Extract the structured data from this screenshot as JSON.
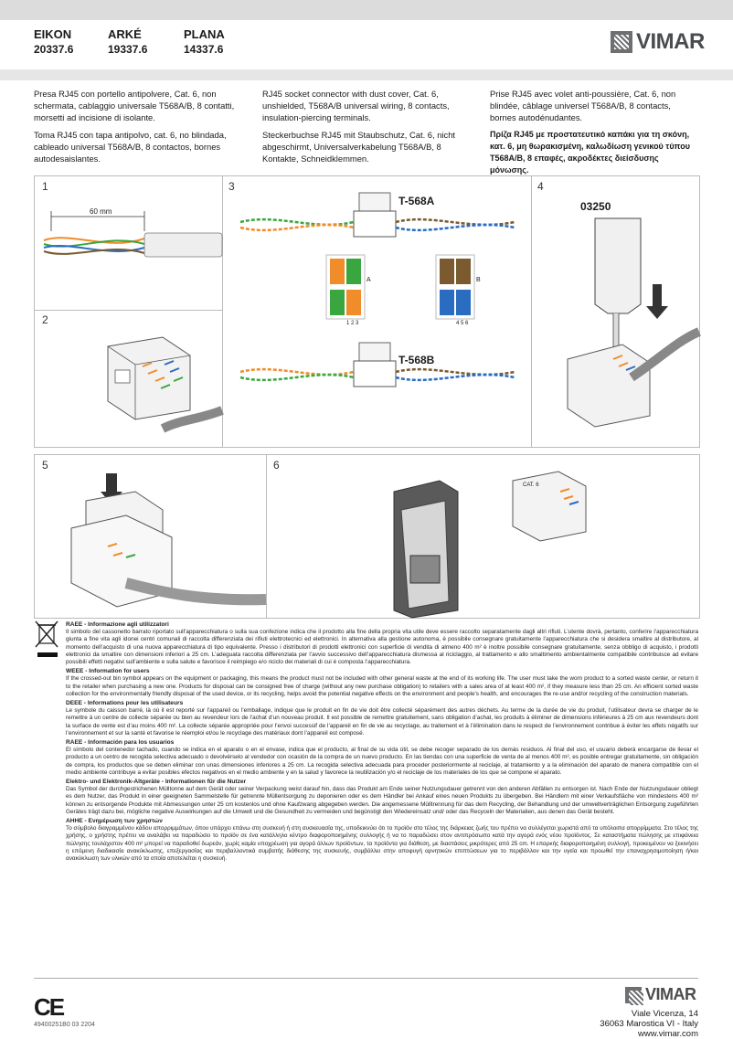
{
  "header": {
    "series": [
      {
        "name": "EIKON",
        "code": "20337.6"
      },
      {
        "name": "ARKÉ",
        "code": "19337.6"
      },
      {
        "name": "PLANA",
        "code": "14337.6"
      }
    ],
    "brand": "VIMAR"
  },
  "descriptions": {
    "col1": [
      "Presa RJ45 con portello antipolvere, Cat. 6, non schermata, cablaggio universale T568A/B, 8 contatti, morsetti ad incisione di isolante.",
      "Toma RJ45 con tapa antipolvo, cat. 6, no blindada, cableado universal T568A/B, 8 contactos, bornes autodesaislantes."
    ],
    "col2": [
      "RJ45 socket  connector with dust cover, Cat. 6, unshielded, T568A/B universal wiring, 8 contacts, insulation-piercing terminals.",
      "Steckerbuchse RJ45 mit Staubschutz, Cat. 6, nicht abgeschirmt, Universalverkabelung T568A/B, 8 Kontakte, Schneidklemmen."
    ],
    "col3": [
      "Prise RJ45 avec volet anti-poussière, Cat. 6, non blindée, câblage universel T568A/B, 8 contacts, bornes autodénudantes.",
      "Πρίζα RJ45 με προστατευτικό καπάκι για τη σκόνη, κατ. 6, μη θωρακισμένη, καλωδίωση γενικού τύπου T568A/B, 8 επαφές, ακροδέκτες διείσδυσης μόνωσης."
    ]
  },
  "figures": {
    "step1": "1",
    "step2": "2",
    "step3": "3",
    "step4": "4",
    "step5": "5",
    "step6": "6",
    "measure": "60 mm",
    "std_a": "T-568A",
    "std_b": "T-568B",
    "tool_code": "03250",
    "label_a": "A",
    "label_b": "B",
    "pins_a": "1 2 3",
    "pins_b": "4 5 6",
    "cat": "CAT. 6",
    "colors": {
      "orange": "#f08c2a",
      "green": "#3aa640",
      "brown": "#7a5a2e",
      "blue": "#2a6cc0",
      "gray": "#555555"
    }
  },
  "legal": [
    {
      "title": "RAEE - Informazione agli utilizzatori",
      "text": "Il simbolo del cassonetto barrato riportato sull’apparecchiatura o sulla sua confezione indica che il prodotto alla fine della propria vita utile deve essere raccolto separatamente dagli altri rifiuti. L’utente dovrà, pertanto, conferire l’apparecchiatura giunta a fine vita agli idonei centri comunali di raccolta differenziata dei rifiuti elettrotecnici ed elettronici. In alternativa alla gestione autonoma, è possibile consegnare gratuitamente l’apparecchiatura che si desidera smaltire al distributore, al momento dell’acquisto di una nuova apparecchiatura di tipo equivalente. Presso i distributori di prodotti elettronici con superficie di vendita di almeno 400 m² è inoltre possibile consegnare gratuitamente, senza obbligo di acquisto, i prodotti elettronici da smaltire con dimensioni inferiori a 25 cm. L’adeguata raccolta differenziata per l’avvio successivo dell’apparecchiatura dismessa al riciclaggio, al trattamento e allo smaltimento ambientalmente compatibile contribuisce ad evitare possibili effetti negativi sull’ambiente e sulla salute e favorisce il reimpiego e/o riciclo dei materiali di cui è composta l’apparecchiatura."
    },
    {
      "title": "WEEE - Information for users",
      "text": "If the crossed-out bin symbol appears on the equipment or packaging, this means the product must not be included with other general waste at the end of its working life. The user must take the worn product to a sorted waste center, or return it to the retailer when purchasing a new one. Products for disposal can be consigned free of charge (without any new purchase obligation) to retailers with a sales area of at least 400 m², if they measure less than 25 cm. An efficient sorted waste collection for the environmentally friendly disposal of the used device, or its recycling, helps avoid the potential negative effects on the environment and people’s health, and encourages the re-use and/or recycling of the construction materials."
    },
    {
      "title": "DEEE - Informations pour les utilisateurs",
      "text": "Le symbole du caisson barré, là où il est reporté sur l’appareil ou l’emballage, indique que le produit en fin de vie doit être collecté séparément des autres déchets. Au terme de la durée de vie du produit, l’utilisateur devra se charger de le remettre à un centre de collecte séparée ou bien au revendeur lors de l’achat d’un nouveau produit. Il est possible de remettre gratuitement, sans obligation d’achat, les produits à éliminer de dimensions inférieures à 25 cm aux revendeurs dont la surface de vente est d’au moins 400 m². La collecte séparée appropriée pour l’envoi successif de l’appareil en fin de vie au recyclage, au traitement et à l’élimination dans le respect de l’environnement contribue à éviter les effets négatifs sur l’environnement et sur la santé et favorise le réemploi et/ou le recyclage des matériaux dont l’appareil est composé."
    },
    {
      "title": "RAEE - Información para los usuarios",
      "text": "El símbolo del contenedor tachado, cuando se indica en el aparato o en el envase, indica que el producto, al final de su vida útil, se debe recoger separado de los demás residuos. Al final del uso, el usuario deberá encargarse de llevar el producto a un centro de recogida selectiva adecuado o devolvérselo al vendedor con ocasión de la compra de un nuevo producto. En las tiendas con una superficie de venta de al menos 400 m², es posible entregar gratuitamente, sin obligación de compra, los productos que se deben eliminar con unas dimensiones inferiores a 25 cm. La recogida selectiva adecuada para proceder posteriormente al reciclaje, al tratamiento y a la eliminación del aparato de manera compatible con el medio ambiente contribuye a evitar posibles efectos negativos en el medio ambiente y en la salud y favorece la reutilización y/o el reciclaje de los materiales de los que se compone el aparato."
    },
    {
      "title": "Elektro- und Elektronik-Altgeräte - Informationen für die Nutzer",
      "text": "Das Symbol der durchgestrichenen Mülltonne auf dem Gerät oder seiner Verpackung weist darauf hin, dass das Produkt am Ende seiner Nutzungsdauer getrennt von den anderen Abfällen zu entsorgen ist. Nach Ende der Nutzungsdauer obliegt es dem Nutzer, das Produkt in einer geeigneten Sammelstelle für getrennte Müllentsorgung zu deponieren oder es dem Händler bei Ankauf eines neuen Produkts zu übergeben. Bei Händlern mit einer Verkaufsfläche von mindestens 400 m² können zu entsorgende Produkte mit Abmessungen unter 25 cm kostenlos und ohne Kaufzwang abgegeben werden. Die angemessene Mülltrennung für das dem Recycling, der Behandlung und der umweltverträglichen Entsorgung zugeführten Gerätes trägt dazu bei, mögliche negative Auswirkungen auf die Umwelt und die Gesundheit zu vermeiden und begünstigt den Wiedereinsatz und/ oder das Recyceln der Materialien, aus denen das Gerät besteht."
    },
    {
      "title": "ΑΗΗΕ - Ενημέρωση των χρηστών",
      "text": "Το σύμβολο διαγραμμένου κάδου απορριμμάτων, όπου υπάρχει επάνω στη συσκευή ή στη συσκευασία της, υποδεικνύει ότι το προϊόν στο τέλος της διάρκειας ζωής του πρέπει να συλλέγεται χωριστά από τα υπόλοιπα απορρίμματα. Στο τέλος της χρήσης, ο χρήστης πρέπει να αναλάβει να παραδώσει το προϊόν σε ένα κατάλληλο κέντρο διαφοροποιημένης συλλογής ή να το παραδώσει στον αντιπρόσωπο κατά την αγορά ενός νέου προϊόντος. Σε καταστήματα πώλησης με επιφάνεια πώλησης τουλάχιστον 400 m² μπορεί να παραδοθεί δωρεάν, χωρίς καμία υποχρέωση για αγορά άλλων προϊόντων, τα προϊόντα για διάθεση, με διαστάσεις μικρότερες από 25 cm. Η επαρκής διαφοροποιημένη συλλογή, προκειμένου να ξεκινήσει η επόμενη διαδικασία ανακύκλωσης, επεξεργασίας και περιβαλλοντικά συμβατής διάθεσης της συσκευής, συμβάλλει στην αποφυγή αρνητικών επιπτώσεων για το περιβάλλον και την υγεία και προωθεί την επαναχρησιμοποίηση ή/και ανακύκλωση των υλικών από τα οποία αποτελείται η συσκευή."
    }
  ],
  "footer": {
    "ce": "CE",
    "docnum": "49400251B0  03  2204",
    "brand": "VIMAR",
    "address1": "Viale Vicenza, 14",
    "address2": "36063 Marostica VI - Italy",
    "web": "www.vimar.com"
  }
}
